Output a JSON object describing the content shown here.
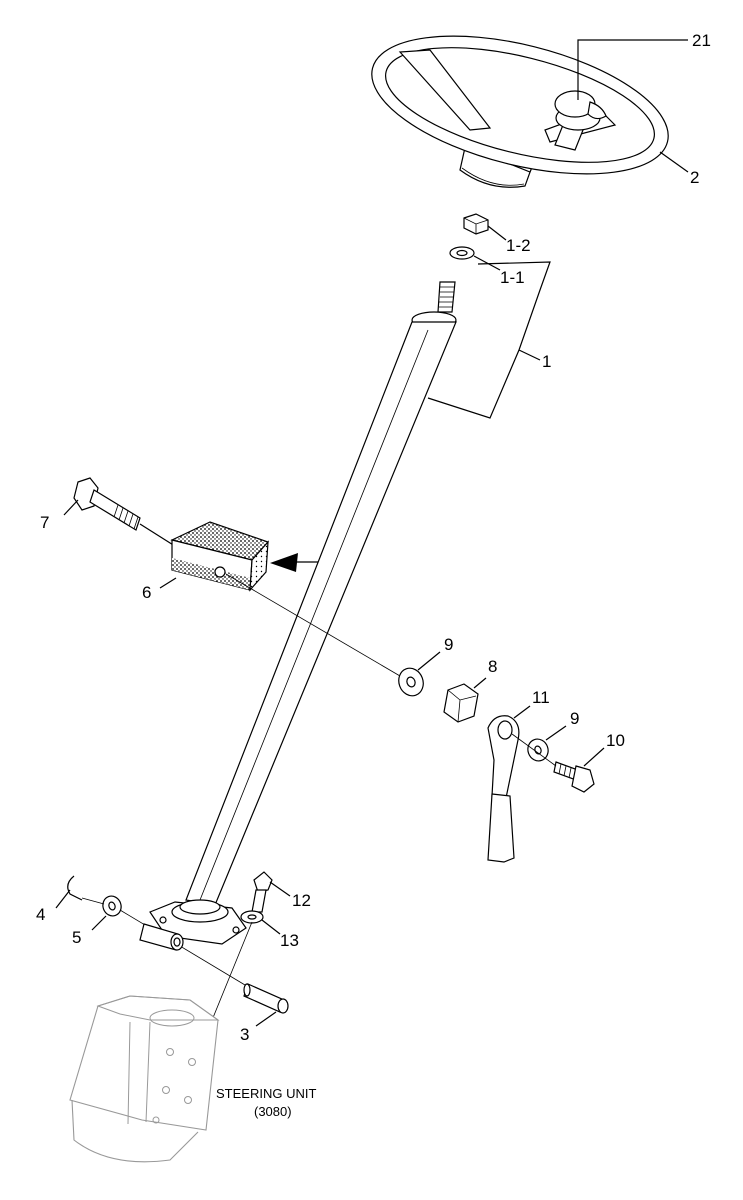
{
  "callouts": {
    "p21": "21",
    "p2": "2",
    "p1_2": "1-2",
    "p1_1": "1-1",
    "p1": "1",
    "p7": "7",
    "p6": "6",
    "p9a": "9",
    "p8": "8",
    "p11": "11",
    "p9b": "9",
    "p10": "10",
    "p12": "12",
    "p4": "4",
    "p5": "5",
    "p13": "13",
    "p3": "3"
  },
  "steering_unit": {
    "line1": "STEERING UNIT",
    "line2": "(3080)"
  },
  "parts": [
    "steering-wheel",
    "hub-cap",
    "steering-column",
    "nut",
    "washer",
    "bolt",
    "pivot-block",
    "washer",
    "spacer",
    "tilt-lever",
    "washer",
    "bolt",
    "cap-screw",
    "retaining-clip",
    "washer",
    "washer",
    "pivot-pin",
    "steering-unit"
  ]
}
